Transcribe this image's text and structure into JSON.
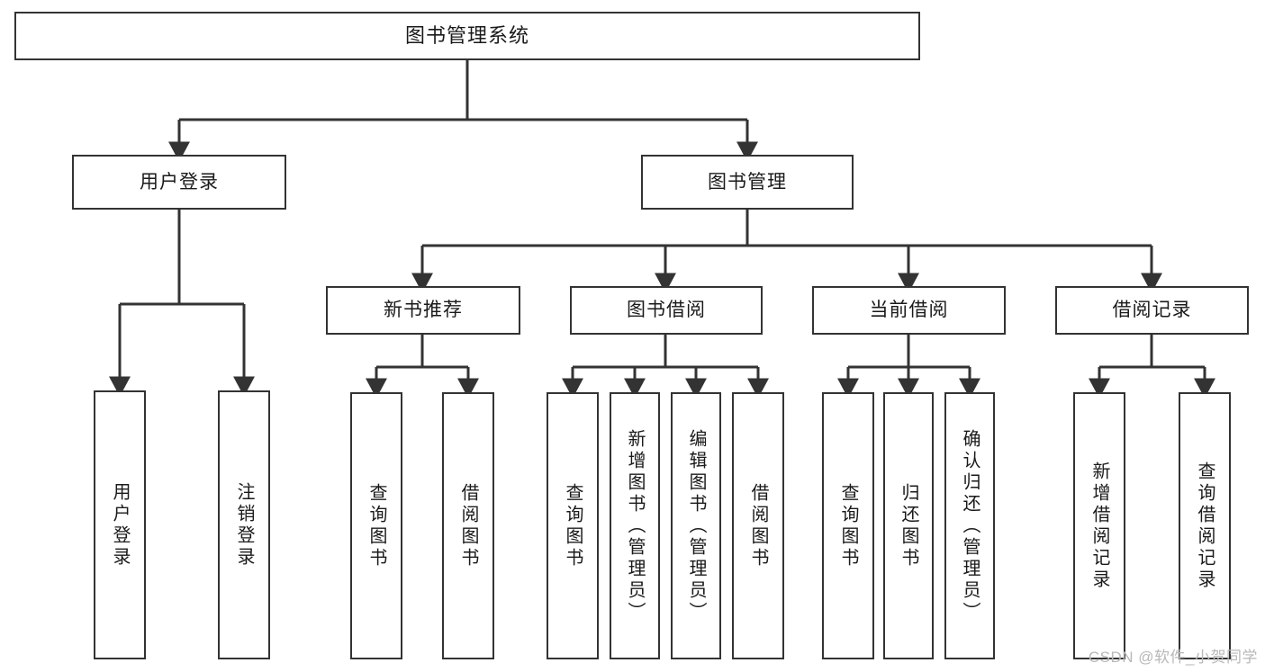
{
  "diagram": {
    "type": "tree-hierarchy",
    "title": "图书管理系统",
    "background_color": "#ffffff",
    "line_color": "#333333",
    "box_border_color": "#333333",
    "box_fill_color": "#ffffff",
    "text_color": "#1a1a1a"
  },
  "root": {
    "label": "图书管理系统"
  },
  "level2": [
    {
      "id": "user-login",
      "label": "用户登录"
    },
    {
      "id": "book-manage",
      "label": "图书管理"
    }
  ],
  "level3": [
    {
      "id": "new-book-recommend",
      "label": "新书推荐"
    },
    {
      "id": "book-borrow",
      "label": "图书借阅"
    },
    {
      "id": "current-borrow",
      "label": "当前借阅"
    },
    {
      "id": "borrow-record",
      "label": "借阅记录"
    }
  ],
  "leaves": {
    "user_login": [
      {
        "id": "leaf-user-login",
        "label": "用户登录"
      },
      {
        "id": "leaf-logout",
        "label": "注销登录"
      }
    ],
    "new_book_recommend": [
      {
        "id": "leaf-query-book-1",
        "label": "查询图书"
      },
      {
        "id": "leaf-borrow-book-1",
        "label": "借阅图书"
      }
    ],
    "book_borrow": [
      {
        "id": "leaf-query-book-2",
        "label": "查询图书"
      },
      {
        "id": "leaf-add-book",
        "label": "新增图书（管理员）"
      },
      {
        "id": "leaf-edit-book",
        "label": "编辑图书（管理员）"
      },
      {
        "id": "leaf-borrow-book-2",
        "label": "借阅图书"
      }
    ],
    "current_borrow": [
      {
        "id": "leaf-query-book-3",
        "label": "查询图书"
      },
      {
        "id": "leaf-return-book",
        "label": "归还图书"
      },
      {
        "id": "leaf-confirm-return",
        "label": "确认归还（管理员）"
      }
    ],
    "borrow_record": [
      {
        "id": "leaf-add-record",
        "label": "新增借阅记录"
      },
      {
        "id": "leaf-query-record",
        "label": "查询借阅记录"
      }
    ]
  },
  "watermark": {
    "text": "CSDN @软件_小贺同学"
  }
}
